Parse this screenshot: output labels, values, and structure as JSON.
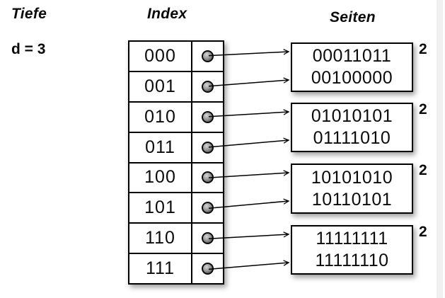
{
  "diagram": {
    "depth_label": "Tiefe",
    "depth_value": "d = 3",
    "index_label": "Index",
    "pages_label": "Seiten"
  },
  "index_rows": [
    {
      "bits": "000",
      "page": 0
    },
    {
      "bits": "001",
      "page": 0
    },
    {
      "bits": "010",
      "page": 1
    },
    {
      "bits": "011",
      "page": 1
    },
    {
      "bits": "100",
      "page": 2
    },
    {
      "bits": "101",
      "page": 2
    },
    {
      "bits": "110",
      "page": 3
    },
    {
      "bits": "111",
      "page": 3
    }
  ],
  "pages": [
    {
      "records": [
        "00011011",
        "00100000"
      ],
      "local_depth": "2"
    },
    {
      "records": [
        "01010101",
        "01111010"
      ],
      "local_depth": "2"
    },
    {
      "records": [
        "10101010",
        "10110101"
      ],
      "local_depth": "2"
    },
    {
      "records": [
        "11111111",
        "11111110"
      ],
      "local_depth": "2"
    }
  ],
  "colors": {
    "line": "#000000",
    "box_fill": "#ffffff",
    "pointer_dot": "#8a8a8a",
    "background": "#ffffff"
  }
}
